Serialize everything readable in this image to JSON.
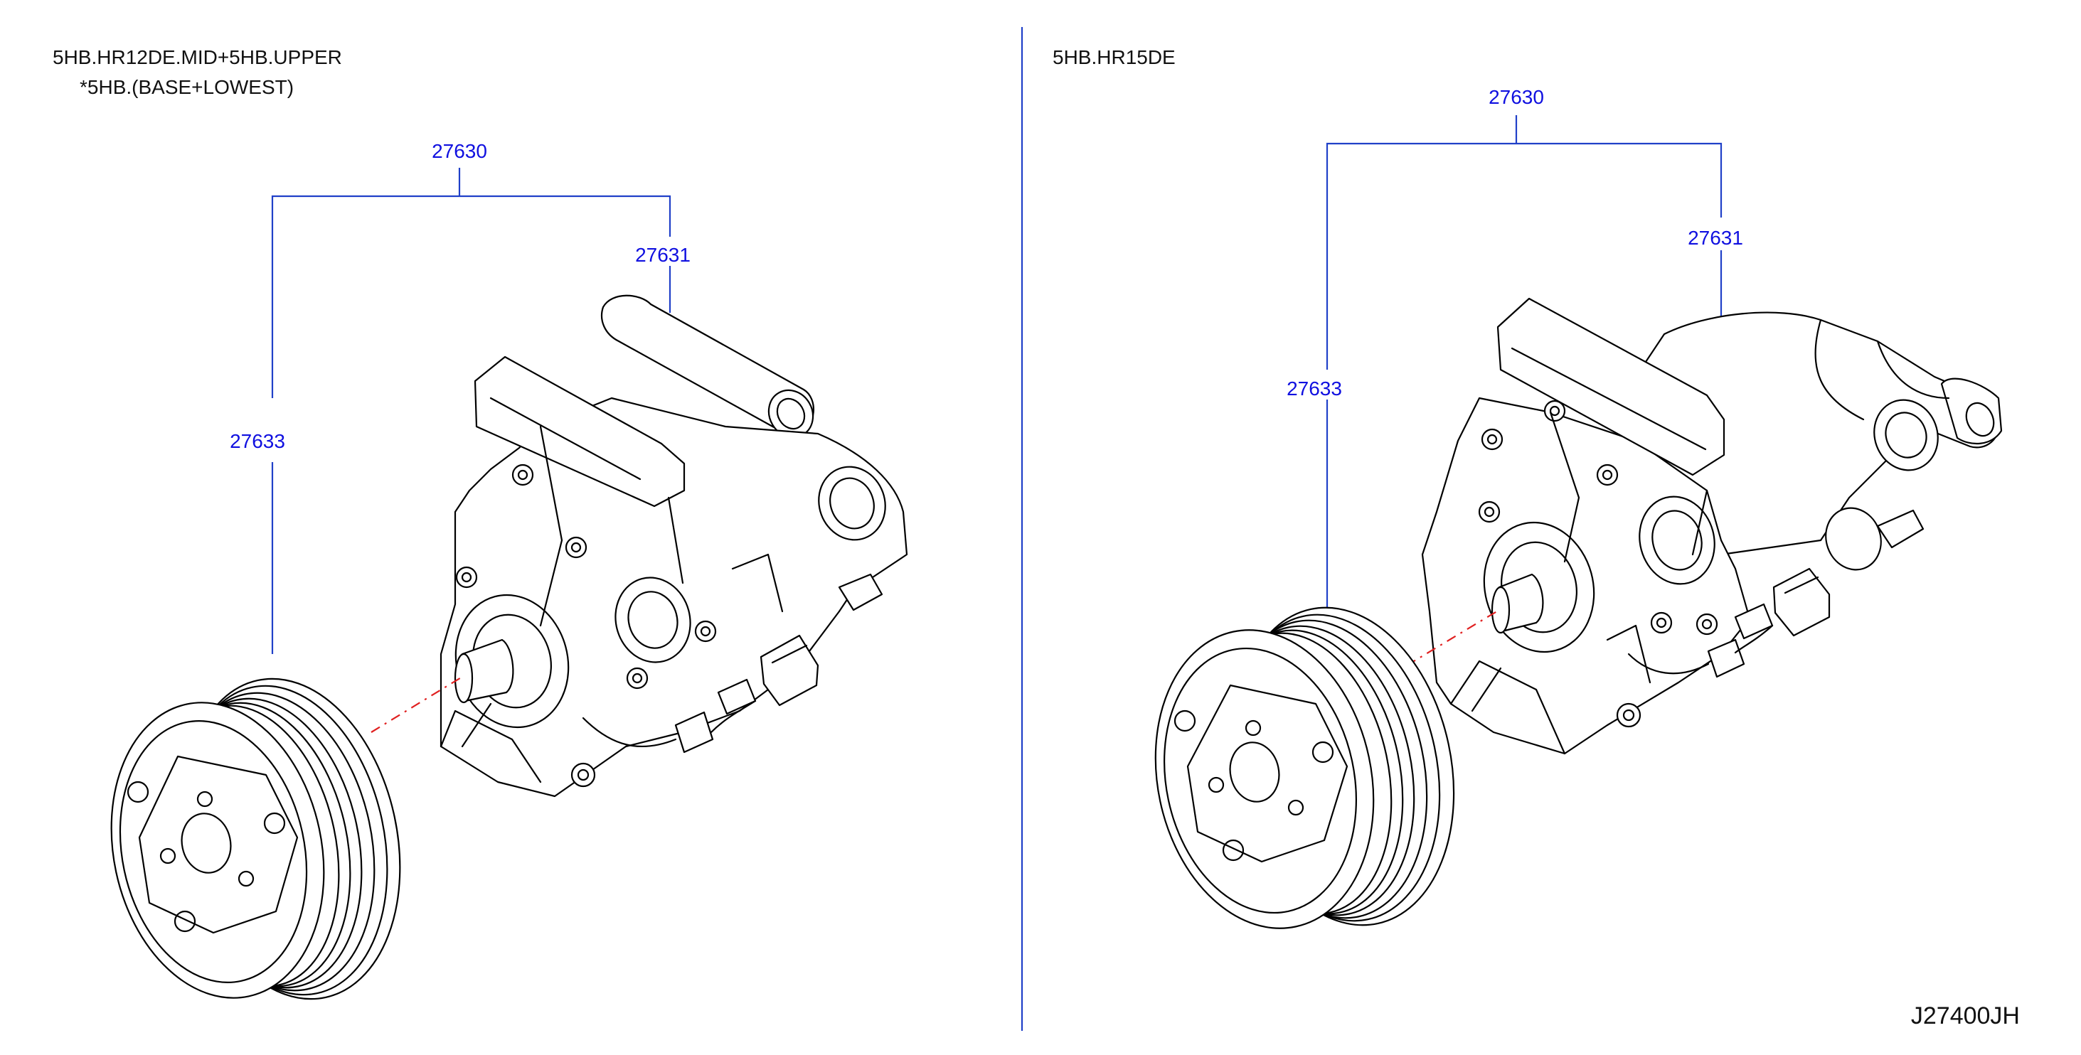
{
  "panels": [
    {
      "title_line1": "5HB.HR12DE.MID+5HB.UPPER",
      "title_line2": "*5HB.(BASE+LOWEST)",
      "callouts": {
        "assembly": "27630",
        "compressor": "27631",
        "clutch": "27633"
      }
    },
    {
      "title_line1": "5HB.HR15DE",
      "callouts": {
        "assembly": "27630",
        "compressor": "27631",
        "clutch": "27633"
      }
    }
  ],
  "diagram_code": "J27400JH",
  "colors": {
    "callout_text": "#1010e0",
    "leader_line": "#2040c8",
    "center_axis": "#e02020",
    "line_art": "#000000"
  }
}
